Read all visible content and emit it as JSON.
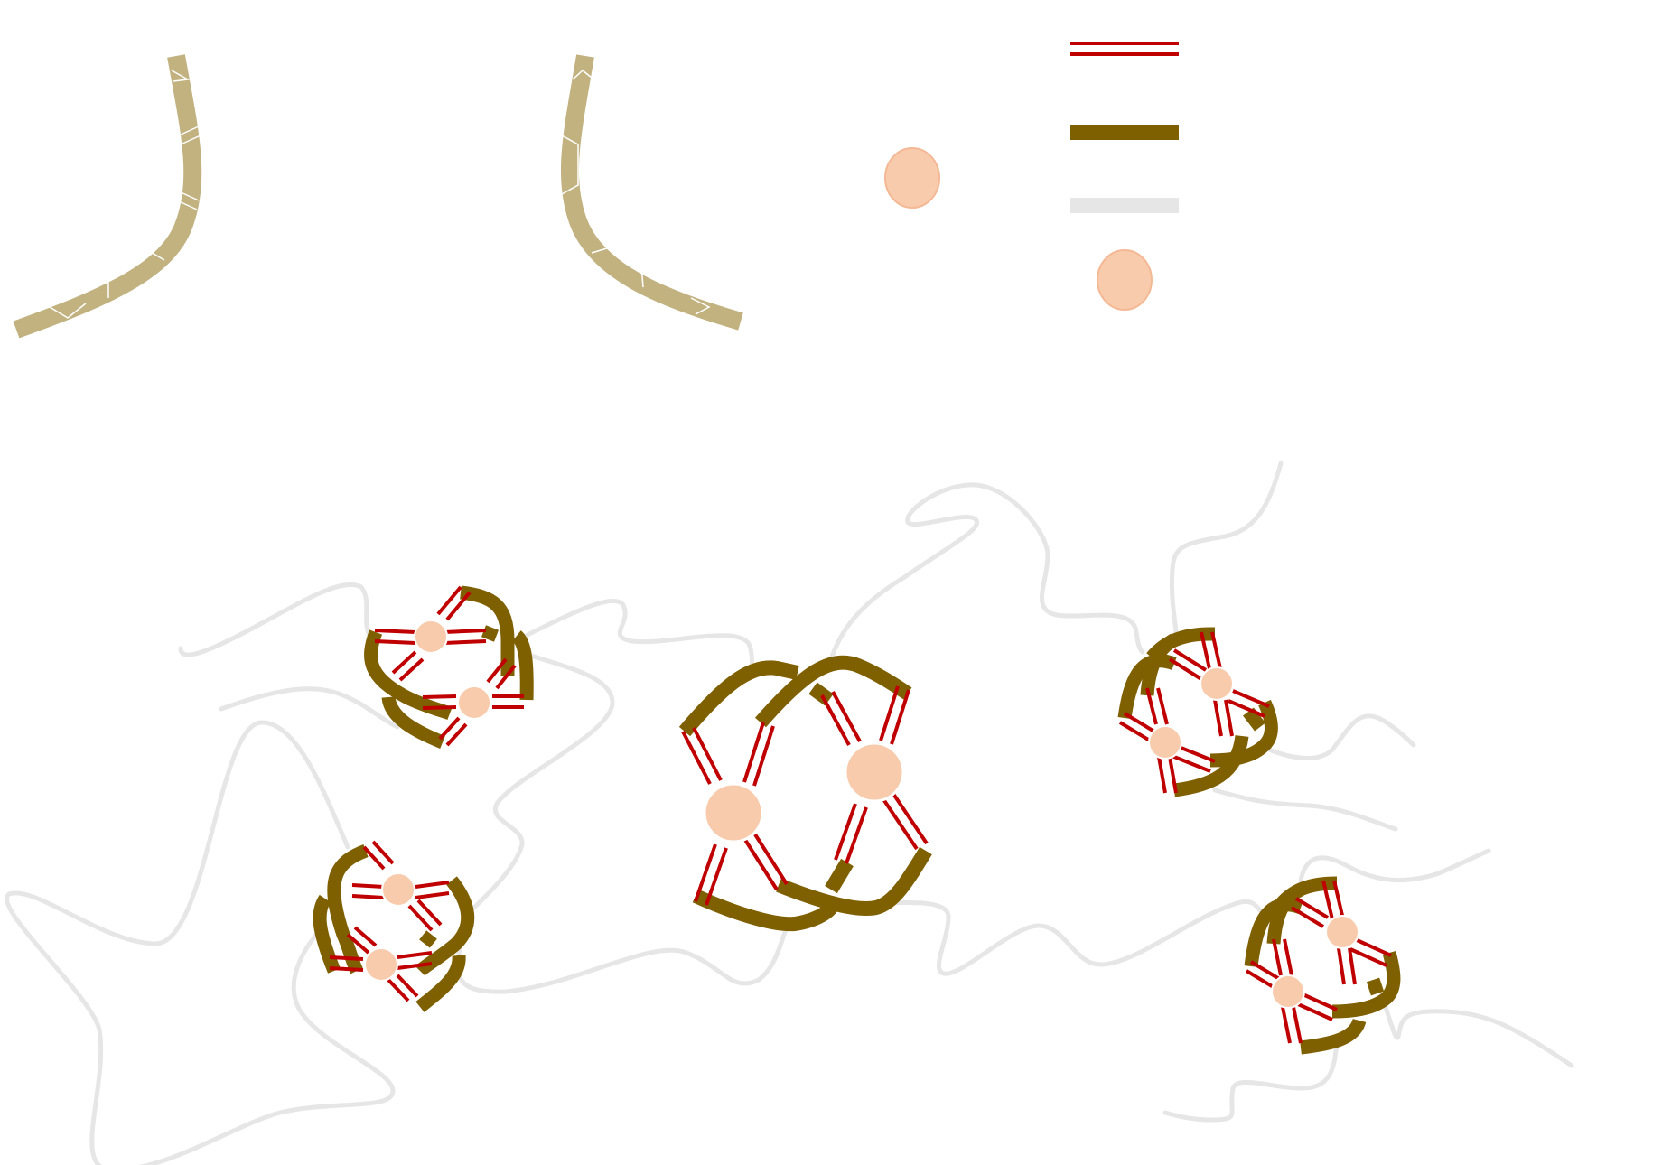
{
  "colors": {
    "bond": "#C00000",
    "strand": "#7F6000",
    "loop": "#E6E6E6",
    "metal": "#F8CBAD",
    "metal_edge": "#F4B894",
    "tan": "#C2B280"
  },
  "legend": [
    {
      "id": "bond",
      "icon": "double-red-line"
    },
    {
      "id": "strand",
      "icon": "thick-brown-bar"
    },
    {
      "id": "loop",
      "icon": "gray-bar"
    },
    {
      "id": "metal",
      "icon": "peach-circle"
    }
  ],
  "components": {
    "left-unit": "tan-curved-strand",
    "right-unit": "tan-curved-strand-mirrored",
    "metal": "peach-circle"
  },
  "assemblies": [
    {
      "id": "small-top-left",
      "metal_count": 2
    },
    {
      "id": "small-bottom-left",
      "metal_count": 2
    },
    {
      "id": "large-center",
      "metal_count": 2
    },
    {
      "id": "small-top-right",
      "metal_count": 2
    },
    {
      "id": "small-bottom-right",
      "metal_count": 2
    }
  ]
}
